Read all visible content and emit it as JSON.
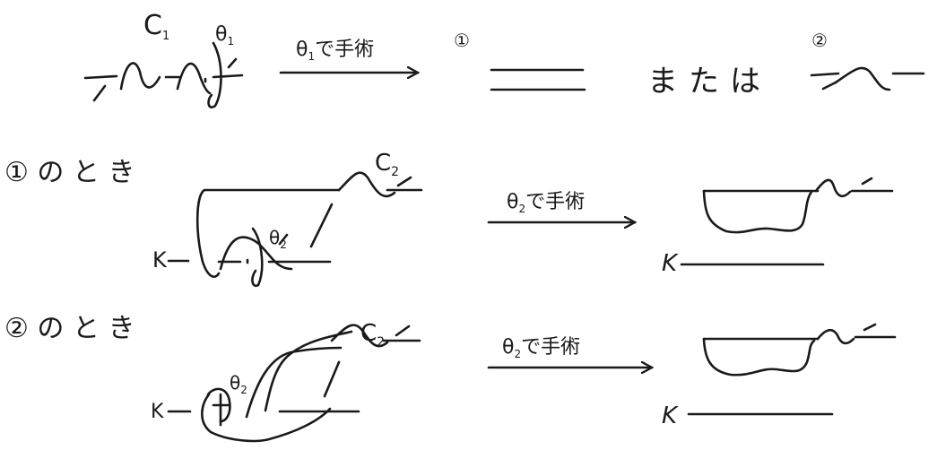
{
  "row1": {
    "knot_label": "C",
    "knot_label_sub": "1",
    "theta_label": "θ",
    "theta_sub": "1",
    "arrow_label": "で手術",
    "arrow_theta_sub": "1",
    "case1_mark": "①",
    "or_text": "または",
    "case2_mark": "②"
  },
  "row2": {
    "case_label": "① の と き",
    "c_label": "C",
    "c_sub": "2",
    "theta_label": "θ",
    "theta_sub": "2",
    "k_label": "K",
    "arrow_label": "で手術",
    "arrow_theta_sub": "2",
    "k_result_label": "K"
  },
  "row3": {
    "case_label": "② の と き",
    "c_label": "C",
    "c_sub": "2",
    "theta_label": "θ",
    "theta_sub": "2",
    "k_label": "K",
    "arrow_label": "で手術",
    "arrow_theta_sub": "2",
    "k_result_label": "K"
  }
}
